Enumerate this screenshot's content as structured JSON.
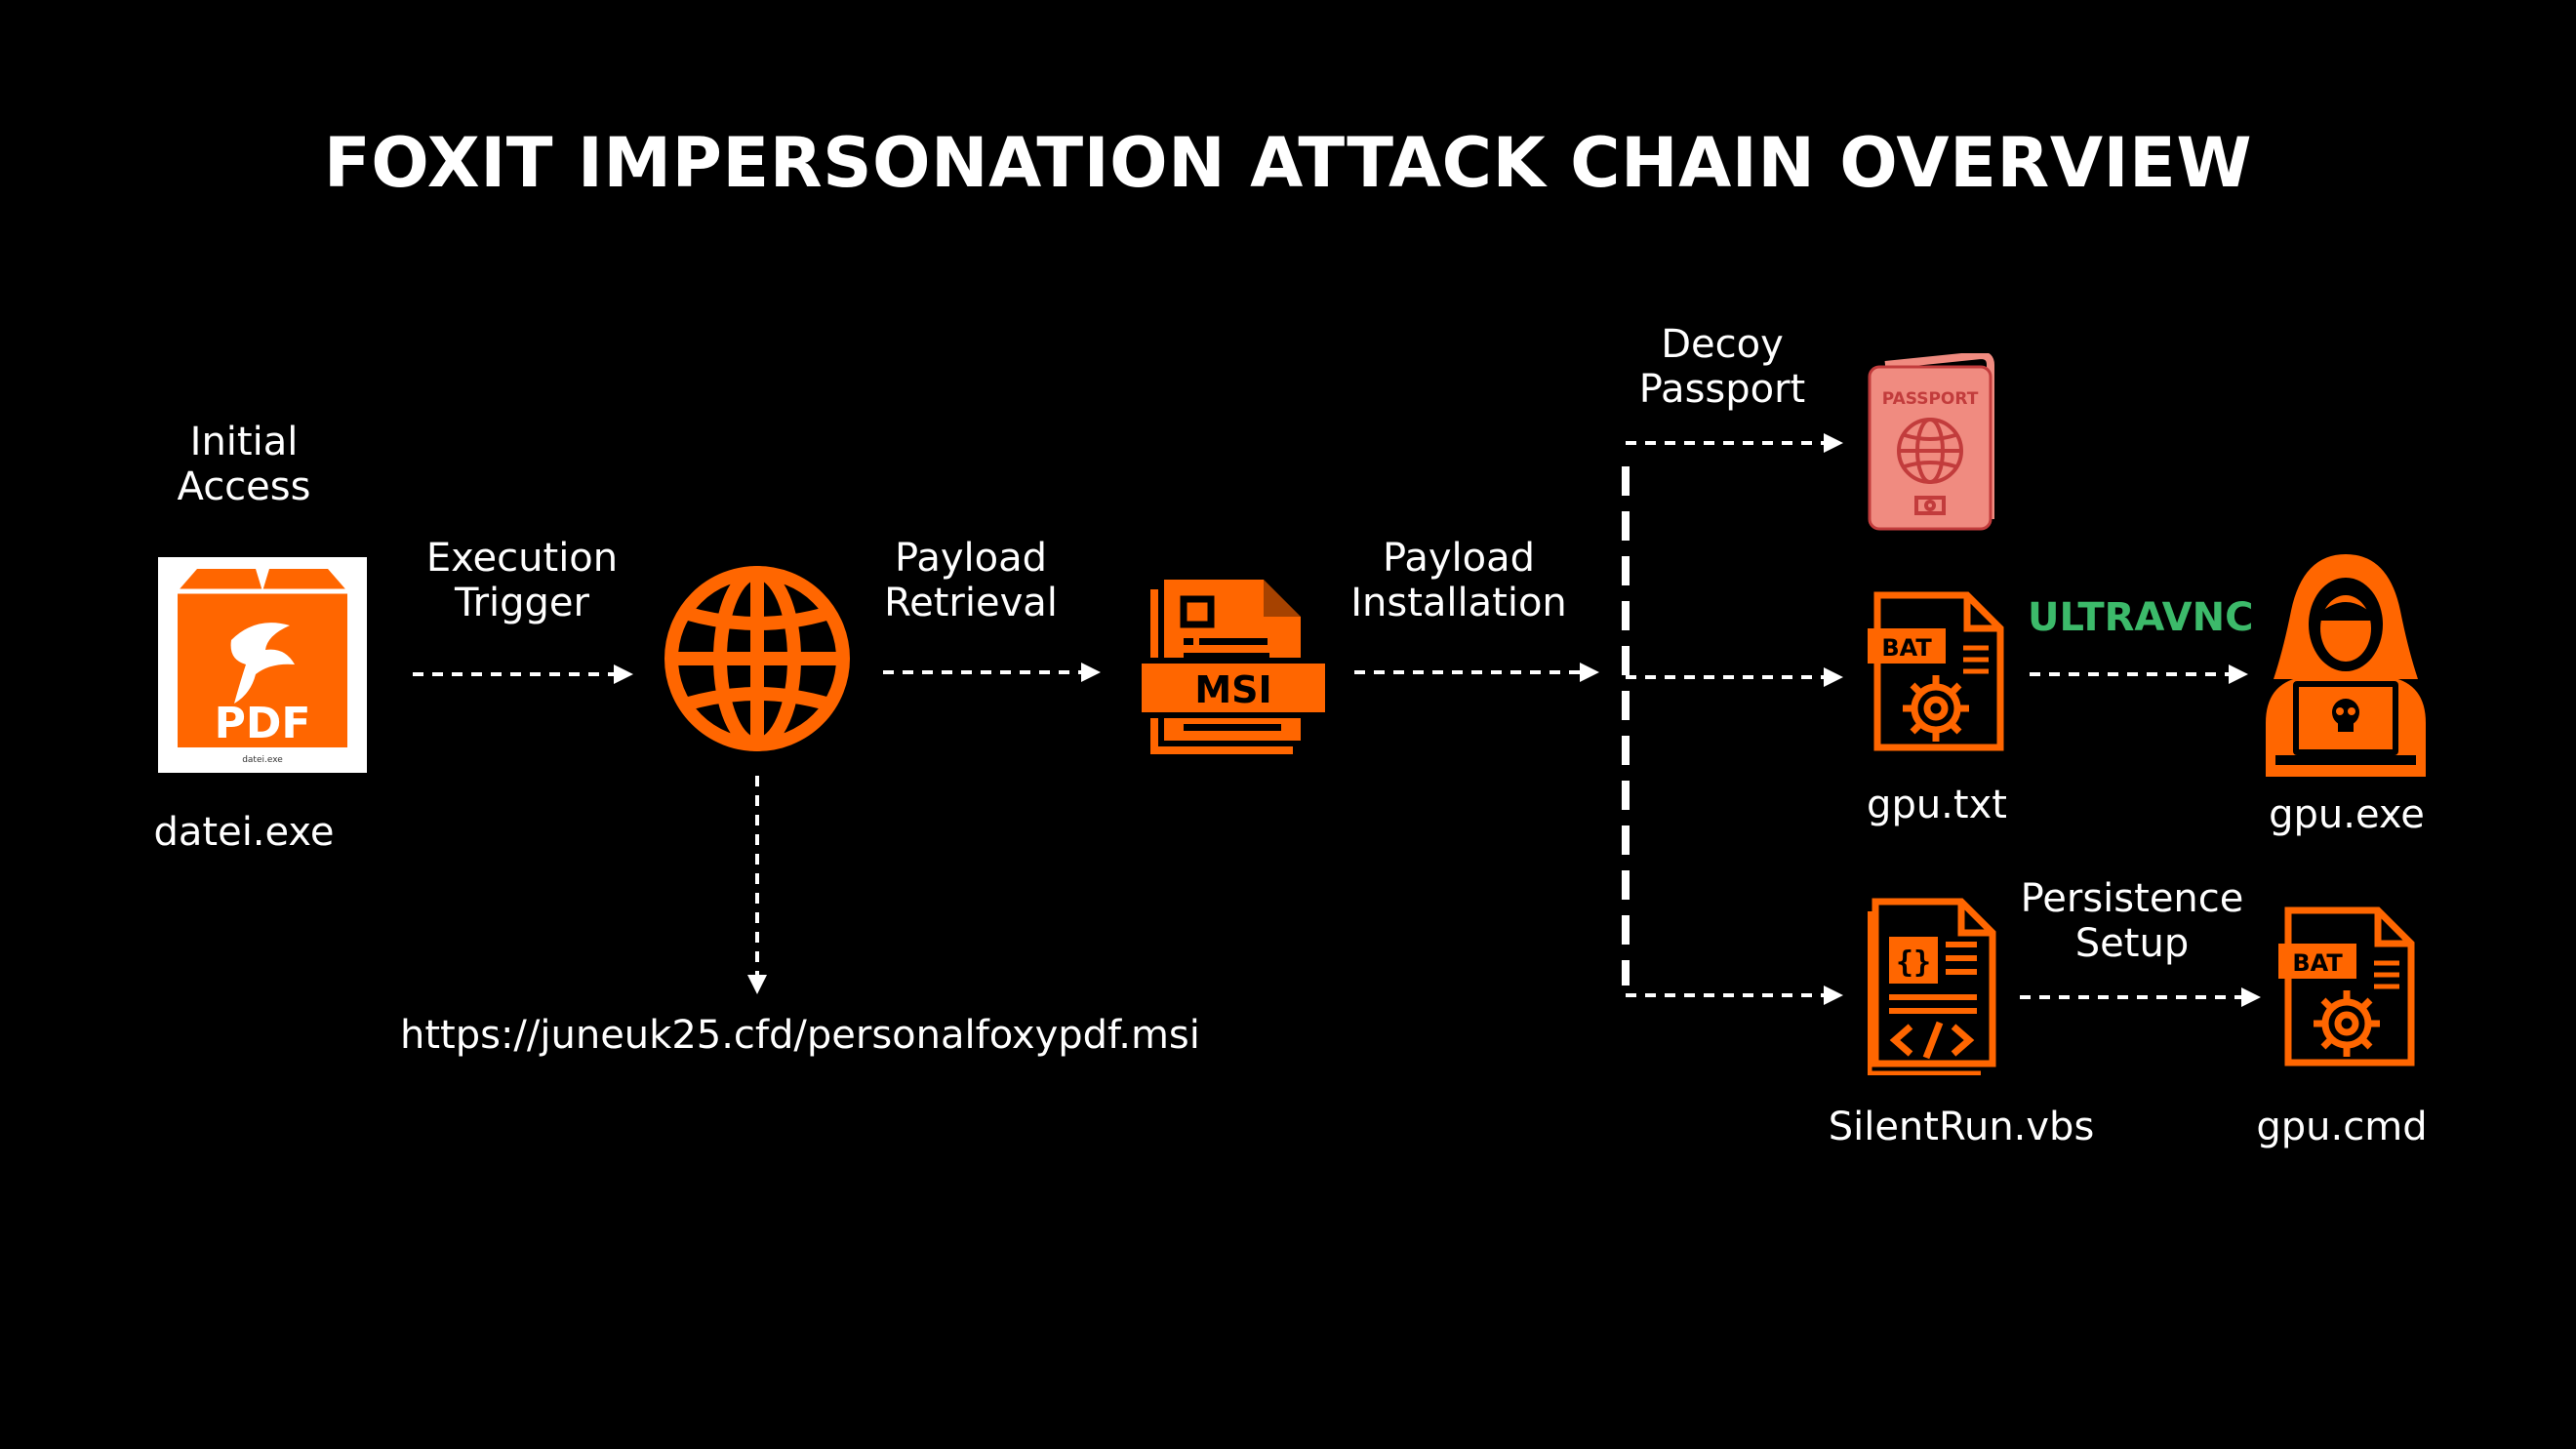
{
  "title": "FOXIT IMPERSONATION ATTACK CHAIN OVERVIEW",
  "colors": {
    "accent": "#ff6600",
    "background": "#000000",
    "passport_fill": "#f08b80",
    "ultravnc_green": "#3cba6a"
  },
  "nodes": {
    "initial_access": {
      "label_line1": "Initial",
      "label_line2": "Access",
      "filename": "datei.exe",
      "icon_text": "PDF",
      "icon_subtext": "datei.exe",
      "icon": "foxit-pdf-icon"
    },
    "globe": {
      "icon": "globe-icon",
      "url": "https://juneuk25.cfd/personalfoxypdf.msi"
    },
    "msi": {
      "icon": "msi-file-icon",
      "icon_text": "MSI"
    },
    "passport": {
      "label_line1": "Decoy",
      "label_line2": "Passport",
      "icon": "passport-icon",
      "icon_text": "PASSPORT"
    },
    "gpu_txt": {
      "filename": "gpu.txt",
      "icon": "bat-file-icon",
      "icon_text": "BAT"
    },
    "gpu_exe": {
      "filename": "gpu.exe",
      "icon": "hacker-icon"
    },
    "silentrun": {
      "filename": "SilentRun.vbs",
      "icon": "script-file-icon"
    },
    "gpu_cmd": {
      "filename": "gpu.cmd",
      "icon": "bat-file-icon",
      "icon_text": "BAT"
    }
  },
  "edges": {
    "execution_trigger": {
      "line1": "Execution",
      "line2": "Trigger"
    },
    "payload_retrieval": {
      "line1": "Payload",
      "line2": "Retrieval"
    },
    "payload_installation": {
      "line1": "Payload",
      "line2": "Installation"
    },
    "ultravnc": {
      "label": "ULTRAVNC"
    },
    "persistence_setup": {
      "line1": "Persistence",
      "line2": "Setup"
    }
  }
}
